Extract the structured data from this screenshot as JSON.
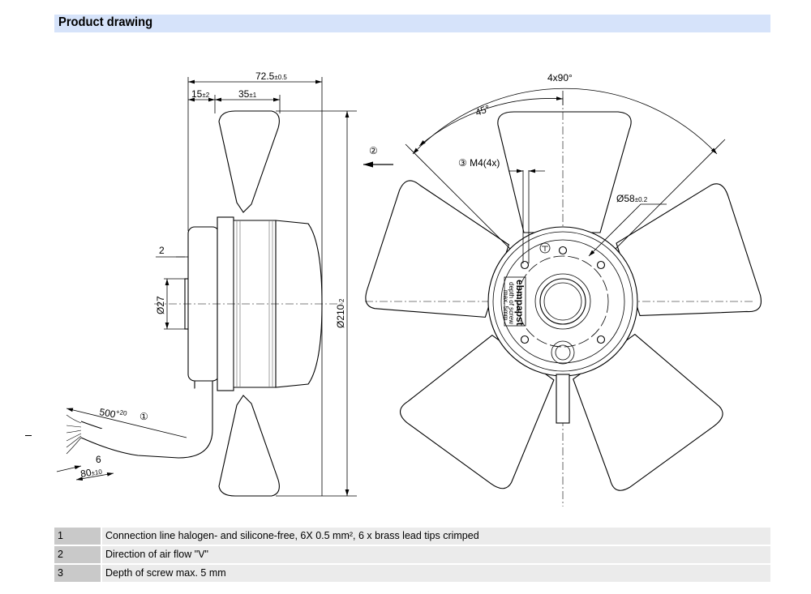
{
  "section": {
    "title": "Product drawing"
  },
  "side_view": {
    "dim_overall_length": "72.5",
    "dim_overall_length_tol": "±0.5",
    "dim_hub_offset": "15",
    "dim_hub_offset_tol": "±2",
    "dim_blade_width": "35",
    "dim_blade_width_tol": "±1",
    "dim_flange": "2",
    "dim_shaft_dia": "Ø27",
    "dim_fan_dia": "Ø210",
    "dim_fan_dia_tol": "-2",
    "dim_cable_length": "500",
    "dim_cable_length_tol": "+20",
    "dim_strip": "6",
    "dim_lead_length": "80",
    "dim_lead_length_tol": "±10",
    "callout_cable": "①",
    "callout_airflow": "②"
  },
  "front_view": {
    "angle_total": "4x90°",
    "angle_half": "45°",
    "screw_label": "③ M4(4x)",
    "bolt_circle": "Ø58",
    "bolt_circle_tol": "±0.2",
    "logo": "ebmpapst",
    "plate_text": [
      "depth of screw",
      "max. 5mm"
    ]
  },
  "legend": [
    {
      "num": "1",
      "text": "Connection line halogen- and silicone-free, 6X 0.5 mm², 6 x brass lead tips crimped"
    },
    {
      "num": "2",
      "text": "Direction of air flow \"V\""
    },
    {
      "num": "3",
      "text": "Depth of screw max. 5 mm"
    }
  ],
  "colors": {
    "header_bg": "#d6e3fa",
    "num_cell": "#c9c9c9",
    "text_cell": "#ebebeb"
  }
}
